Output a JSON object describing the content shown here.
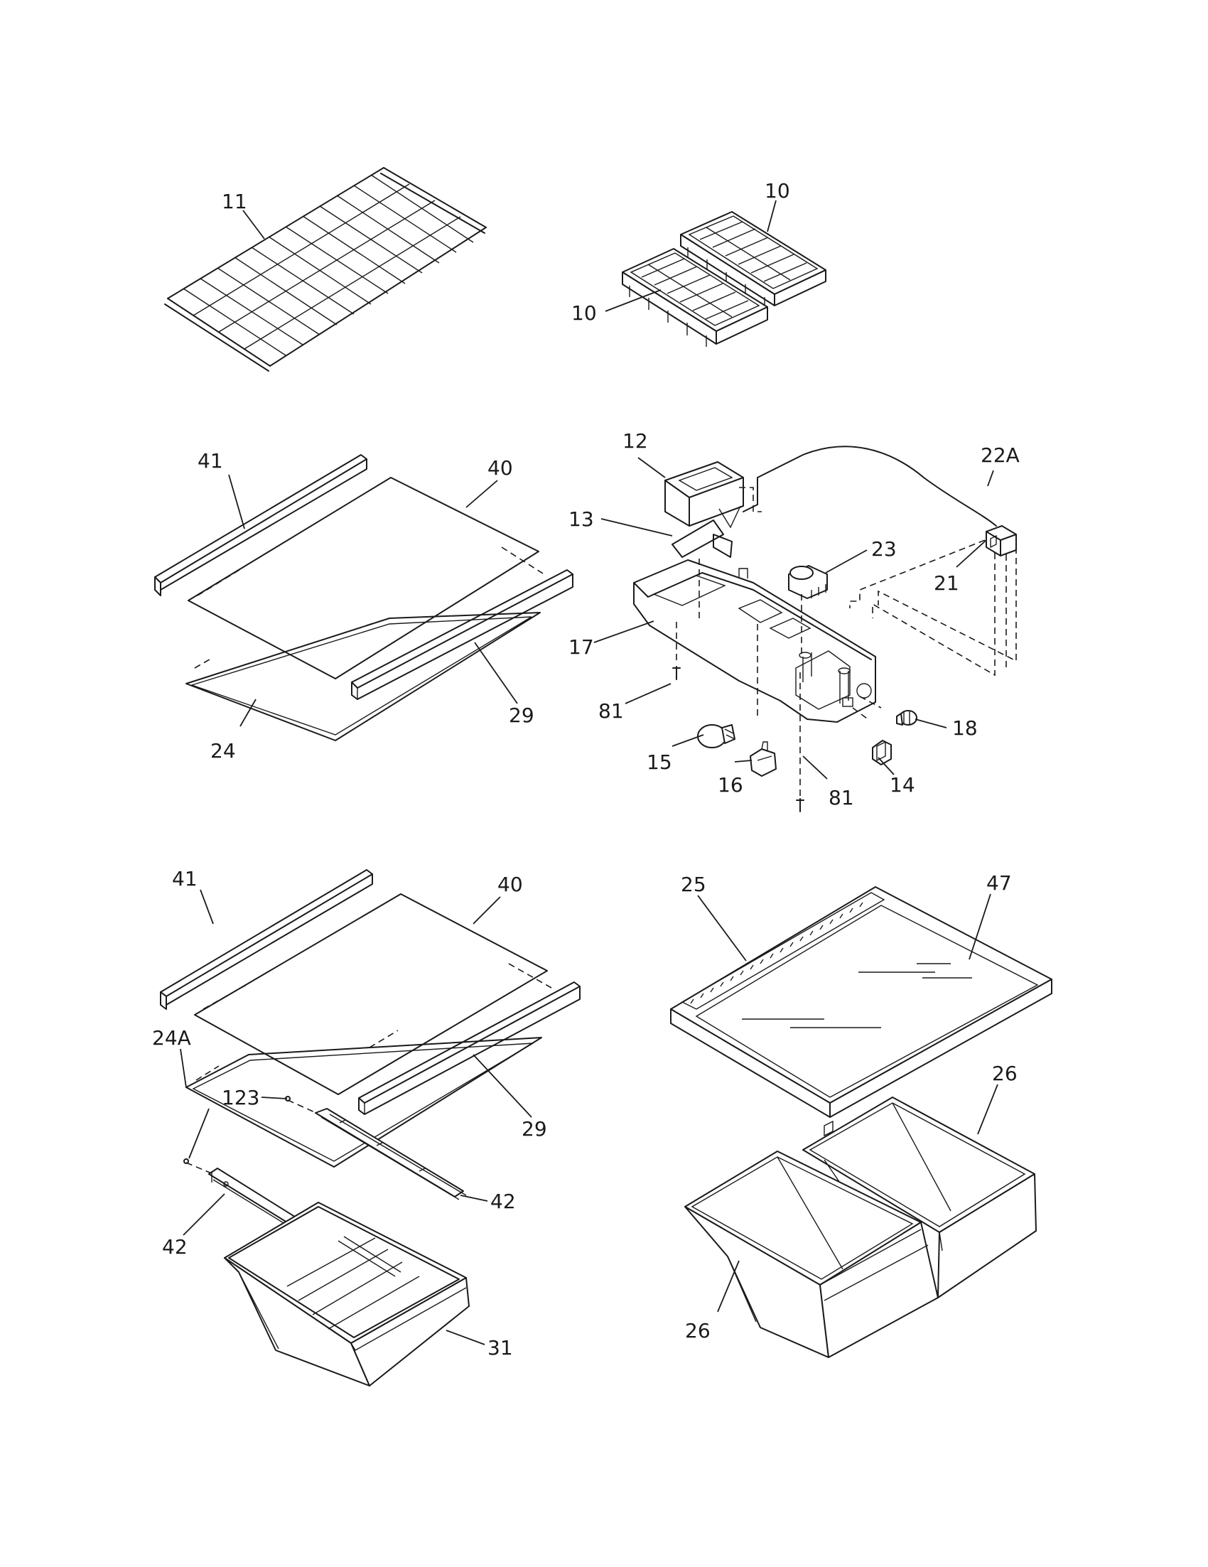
{
  "diagram": {
    "callouts": {
      "c11": "11",
      "c10a": "10",
      "c10b": "10",
      "c41a": "41",
      "c40a": "40",
      "c29a": "29",
      "c24": "24",
      "c12": "12",
      "c22A": "22A",
      "c13": "13",
      "c23": "23",
      "c21": "21",
      "c17": "17",
      "c81a": "81",
      "c81b": "81",
      "c15": "15",
      "c16": "16",
      "c14": "14",
      "c18": "18",
      "c41b": "41",
      "c40b": "40",
      "c24A": "24A",
      "c123": "123",
      "c29b": "29",
      "c42a": "42",
      "c42b": "42",
      "c31": "31",
      "c25": "25",
      "c47": "47",
      "c26a": "26",
      "c26b": "26"
    }
  }
}
